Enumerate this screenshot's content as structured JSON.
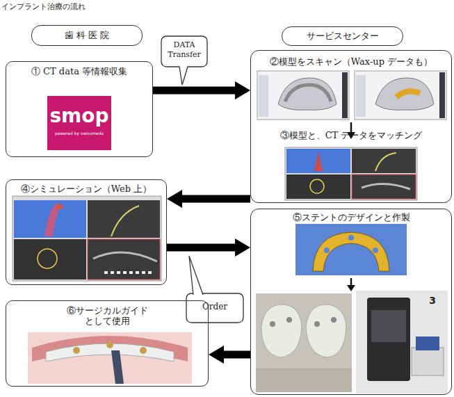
{
  "diagram": {
    "nodes": [
      {
        "text": [
          "歯 科 医 院"
        ]
      },
      {
        "text": [
          "サービスセンター"
        ]
      },
      {
        "text": [
          "① CT data 等情報収集"
        ]
      },
      {
        "text": [
          "②模型をスキャン（Wax-up データも）",
          "③模型と、CT データをマッチング"
        ]
      },
      {
        "text": [
          "④シミュレーション（Web 上）"
        ]
      },
      {
        "text": [
          "⑤ステントのデザインと作製"
        ]
      },
      {
        "text": [
          "⑥サージカルガイド として使用"
        ]
      }
    ],
    "edges": [
      {
        "from": 2,
        "to": 3,
        "label": "DATA Transfer",
        "arrow": "to"
      },
      {
        "from": 3,
        "to": 4,
        "arrow": "to"
      },
      {
        "from": 4,
        "to": 5,
        "label": "Order",
        "arrow": "to"
      },
      {
        "from": 5,
        "to": 6,
        "arrow": "to"
      }
    ],
    "labels": [
      "インプラント治療の流れ",
      "smop",
      "powered by swissmeda",
      "3"
    ]
  }
}
